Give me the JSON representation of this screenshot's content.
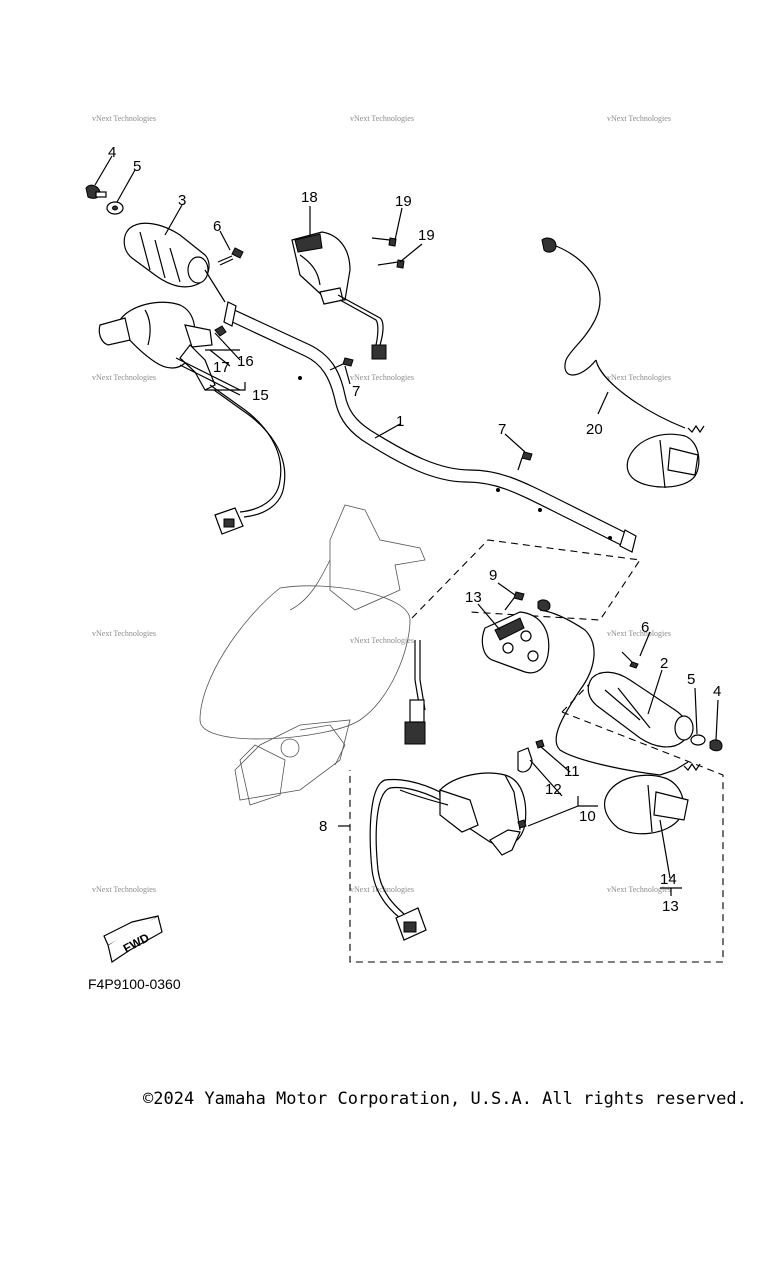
{
  "diagram": {
    "part_code": "F4P9100-0360",
    "fwd_label": "FWD",
    "watermark": "vNext Technologies",
    "copyright": "©2024 Yamaha Motor Corporation, U.S.A. All rights reserved.",
    "callouts": {
      "c1": "1",
      "c2": "2",
      "c3": "3",
      "c4a": "4",
      "c4b": "4",
      "c5a": "5",
      "c5b": "5",
      "c6a": "6",
      "c6b": "6",
      "c7a": "7",
      "c7b": "7",
      "c8": "8",
      "c9": "9",
      "c10": "10",
      "c11": "11",
      "c12": "12",
      "c13a": "13",
      "c13b": "13",
      "c14": "14",
      "c15": "15",
      "c16": "16",
      "c17": "17",
      "c18": "18",
      "c19a": "19",
      "c19b": "19",
      "c20": "20"
    }
  }
}
